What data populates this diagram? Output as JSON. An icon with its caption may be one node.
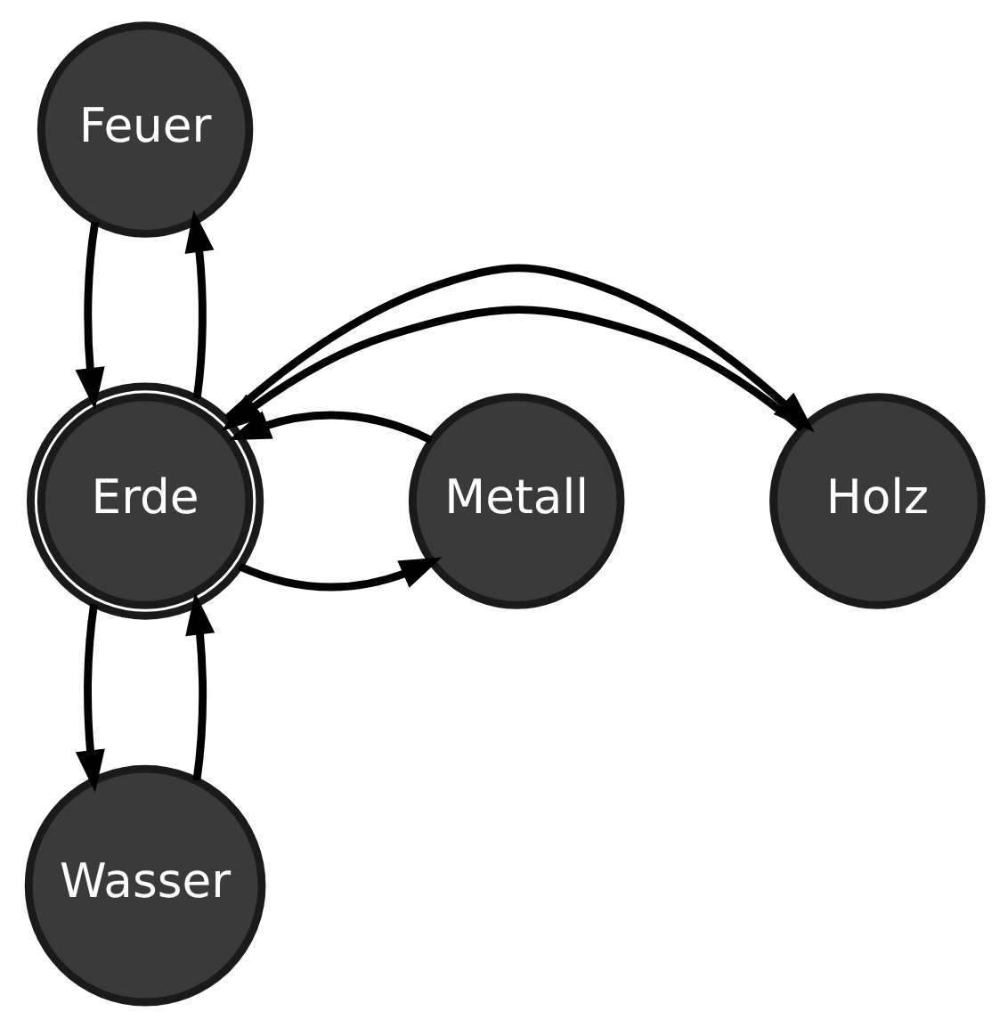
{
  "diagram": {
    "nodes": [
      {
        "text": [
          "Feuer"
        ]
      },
      {
        "text": [
          "Holz"
        ]
      },
      {
        "text": [
          "Erde"
        ]
      },
      {
        "text": [
          "Metall"
        ]
      },
      {
        "text": [
          "Wasser"
        ]
      }
    ],
    "edges": [
      {
        "from": 1,
        "to": 2,
        "arrow": "to"
      },
      {
        "from": 2,
        "to": 3,
        "arrow": "to"
      },
      {
        "from": 3,
        "to": 2,
        "arrow": "to"
      },
      {
        "from": 2,
        "to": 1,
        "arrow": "to"
      },
      {
        "from": 4,
        "to": 2,
        "arrow": "to"
      },
      {
        "from": 2,
        "to": 0,
        "arrow": "to"
      },
      {
        "from": 0,
        "to": 2,
        "arrow": "to"
      },
      {
        "from": 2,
        "to": 4,
        "arrow": "to"
      }
    ]
  }
}
